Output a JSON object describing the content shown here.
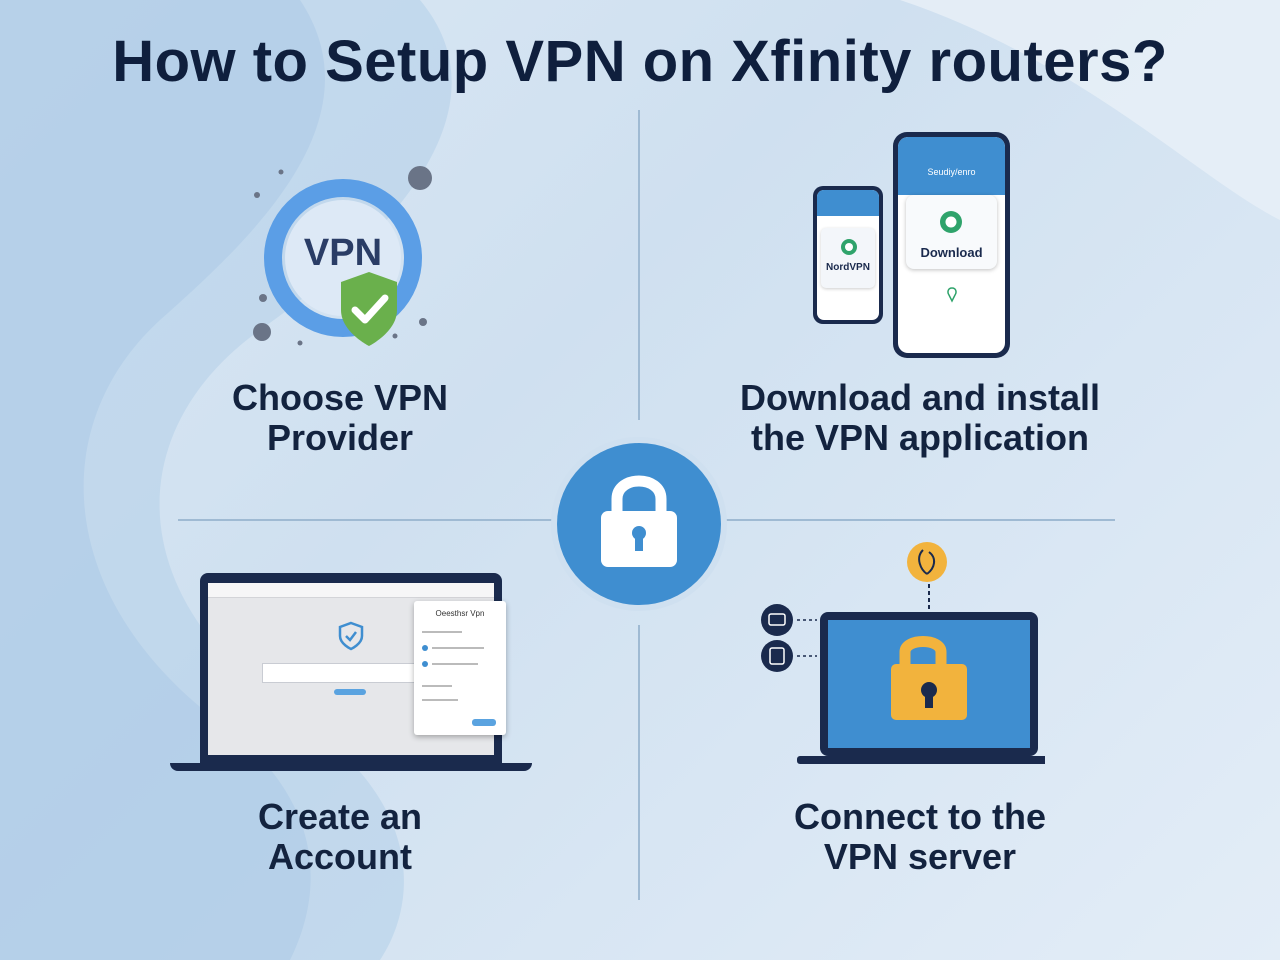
{
  "title": "How to Setup VPN on Xfinity routers?",
  "steps": [
    {
      "label_line1": "Choose VPN",
      "label_line2": "Provider",
      "icon": "vpn-shield-icon",
      "badge_text": "VPN"
    },
    {
      "label_line1": "Download and install",
      "label_line2": "the VPN application",
      "icon": "phones-icon",
      "phone_large_header": "Seudiy/enro",
      "phone_large_button": "Download",
      "phone_small_app": "NordVPN"
    },
    {
      "label_line1": "Create an",
      "label_line2": "Account",
      "icon": "laptop-signup-icon",
      "popup_title": "Oeesthsr Vpn"
    },
    {
      "label_line1": "Connect to the",
      "label_line2": "VPN server",
      "icon": "laptop-lock-icon"
    }
  ],
  "center_icon": "padlock-icon",
  "colors": {
    "title": "#0f1f3d",
    "accent_blue": "#3f8ed0",
    "shield_green": "#6ab04c",
    "lock_yellow": "#f2b33d",
    "laptop_dark": "#1a2a4d"
  }
}
